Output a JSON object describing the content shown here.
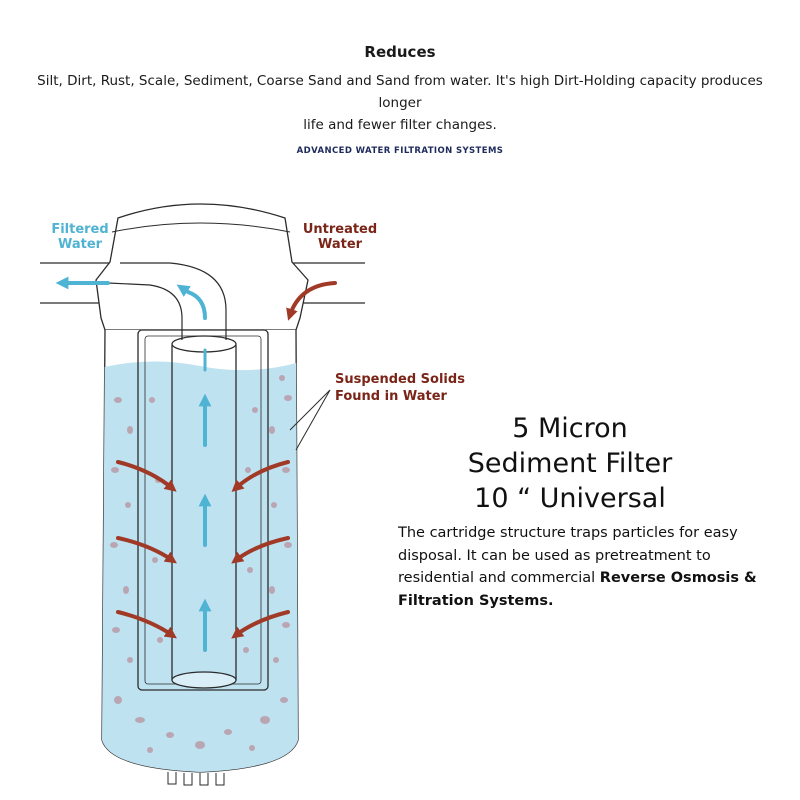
{
  "header": {
    "heading": "Reduces",
    "intro_line1": "Silt, Dirt, Rust, Scale, Sediment, Coarse Sand and Sand from water. It's high Dirt-Holding capacity produces longer",
    "intro_line2": "life and fewer filter changes.",
    "brand": "ADVANCED WATER FILTRATION SYSTEMS"
  },
  "diagram": {
    "labels": {
      "filtered_line1": "Filtered",
      "filtered_line2": "Water",
      "untreated_line1": "Untreated",
      "untreated_line2": "Water",
      "solids_line1": "Suspended Solids",
      "solids_line2": "Found in Water"
    },
    "colors": {
      "filtered": "#4fb3d3",
      "untreated": "#a03a26",
      "water": "#bfe2f1",
      "particles": "#b9a6b2",
      "outline": "#2b2b2b"
    }
  },
  "product": {
    "title_line1": "5 Micron",
    "title_line2": "Sediment Filter",
    "title_line3": "10 “ Universal",
    "desc_part1": "The cartridge structure traps particles for easy disposal. It can be used as pretreatment to residential and commercial ",
    "desc_bold": "Reverse Osmosis & Filtration Systems."
  }
}
